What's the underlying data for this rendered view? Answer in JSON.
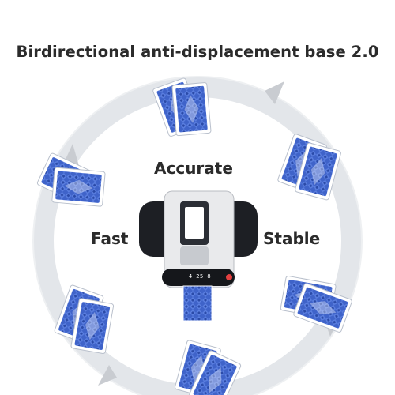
{
  "title": "Birdirectional anti-displacement base 2.0",
  "labels": {
    "accurate": "Accurate",
    "fast": "Fast",
    "stable": "Stable"
  },
  "device": {
    "display_readout": "4 25 8"
  },
  "colors": {
    "ring": "#e3e6ea",
    "arrow": "#c9ccd1",
    "card_blue": "#3f63c9",
    "card_border": "#ffffff",
    "device_body": "#1d1f24",
    "device_panel": "#e9eaec",
    "text": "#2b2b2b"
  },
  "icons": [
    "card-pair",
    "circular-arrow",
    "card-shuffler-device"
  ]
}
